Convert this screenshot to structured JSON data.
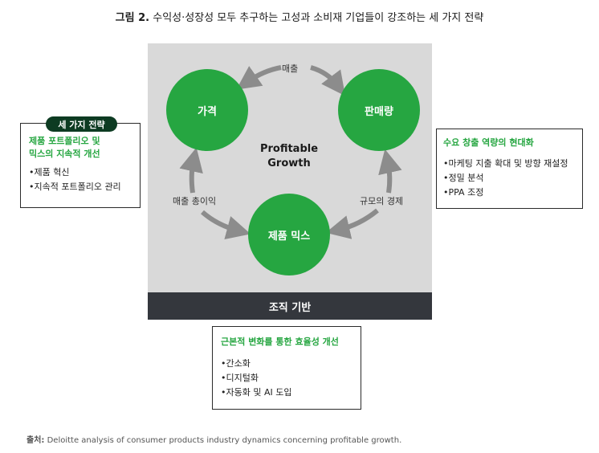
{
  "figure": {
    "label": "그림 2.",
    "title": "수익성·성장성 모두 추구하는 고성과 소비재 기업들이 강조하는 세 가지 전략"
  },
  "cycle": {
    "center": [
      "Profitable",
      "Growth"
    ],
    "nodes": {
      "price": "가격",
      "sales": "판매량",
      "mix": "제품 믹스"
    },
    "arrows": {
      "top": "매출",
      "left": "매출 총이익",
      "right": "규모의 경제"
    }
  },
  "foundation": "조직 기반",
  "left_box": {
    "badge": "세 가지 전략",
    "heading": [
      "제품 포트폴리오 및",
      "믹스의 지속적 개선"
    ],
    "items": [
      "•제품 혁신",
      "•지속적 포트폴리오 관리"
    ]
  },
  "right_box": {
    "heading": "수요 창출 역량의 현대화",
    "items": [
      "•마케팅 지출 확대 및 방향 재설정",
      "•정밀 분석",
      "•PPA 조정"
    ]
  },
  "bottom_box": {
    "heading": "근본적 변화를 통한 효율성 개선",
    "items": [
      "•간소화",
      "•디지털화",
      "•자동화 및 AI 도입"
    ]
  },
  "source": {
    "label": "출처:",
    "text": "Deloitte analysis of consumer products industry dynamics concerning profitable growth."
  },
  "colors": {
    "green": "#26a641",
    "dark_green": "#0d3b22",
    "panel_gray": "#d9d9d9",
    "foundation_bar": "#34373d",
    "arrow_gray": "#8c8c8c"
  }
}
